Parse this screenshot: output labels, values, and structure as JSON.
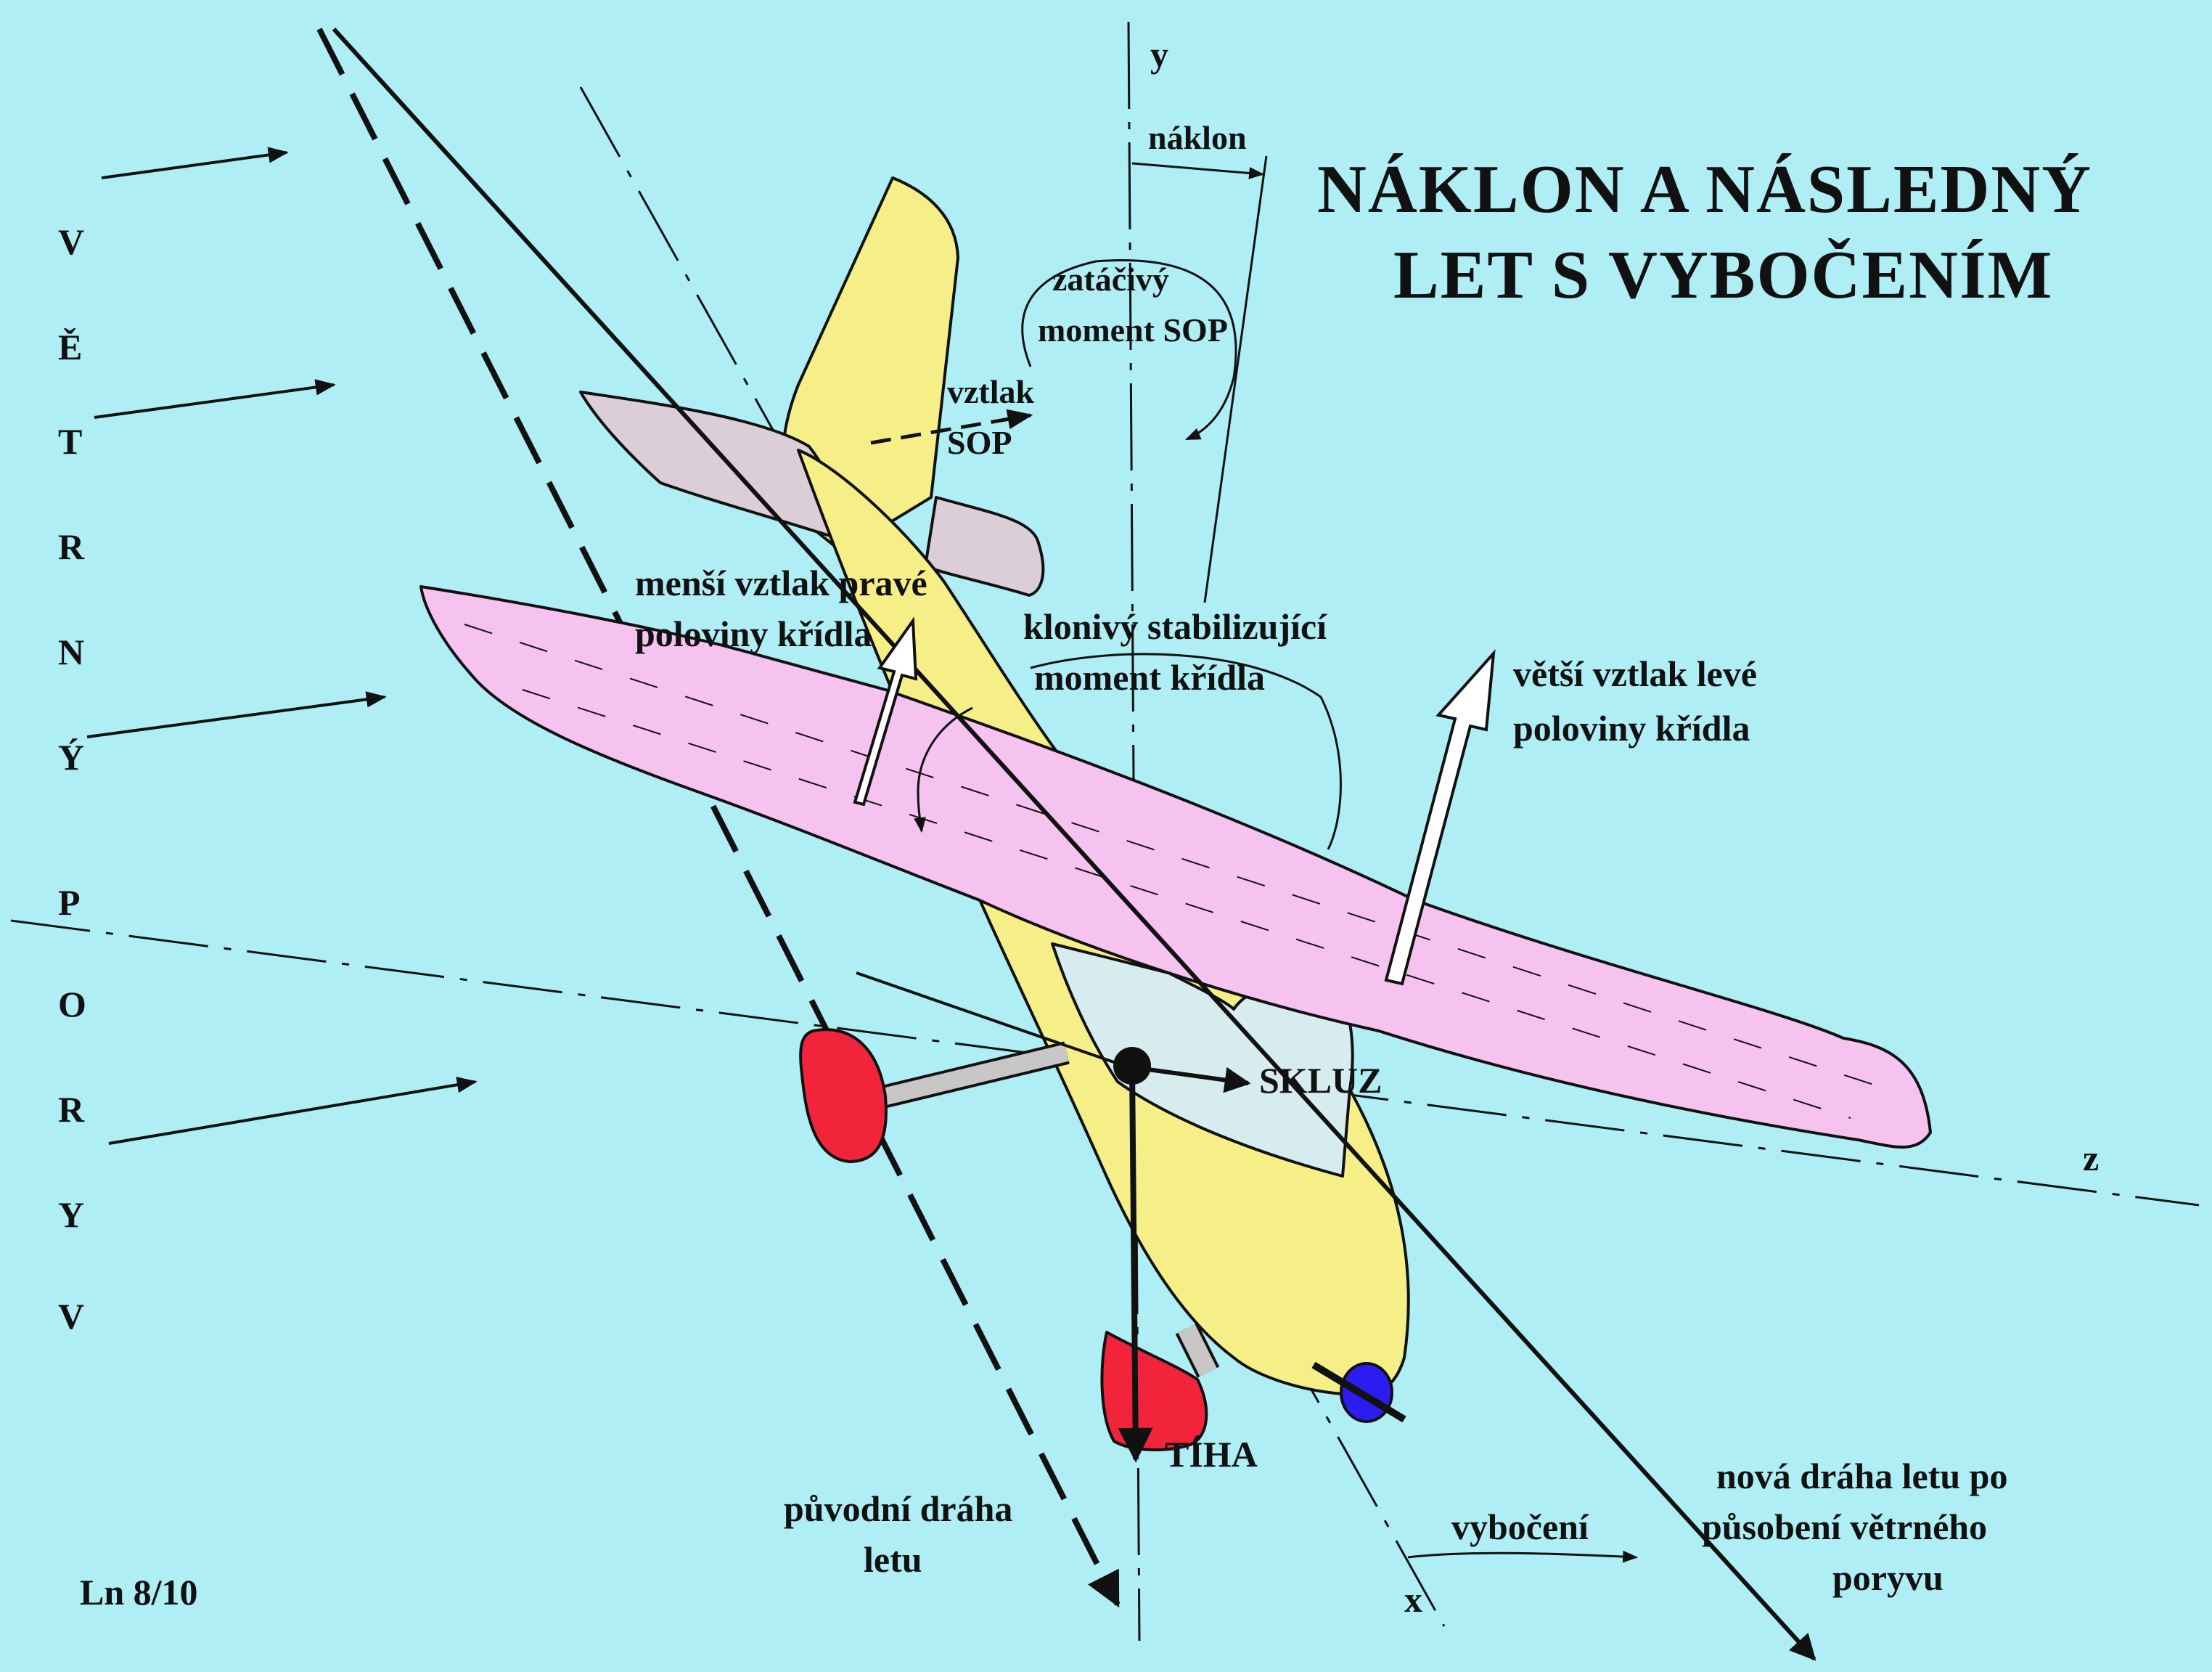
{
  "title": {
    "line1": "NÁKLON  A  NÁSLEDNÝ",
    "line2": "LET  S  VYBOČENÍM"
  },
  "side_text": {
    "word1": [
      "V",
      "Ě",
      "T",
      "R",
      "N",
      "Ý"
    ],
    "word2": [
      "P",
      "O",
      "R",
      "Y",
      "V"
    ]
  },
  "axes": {
    "x": "x",
    "y": "y",
    "z": "z"
  },
  "labels": {
    "naklon": "náklon",
    "zatacivy_1": "zatáčivý",
    "zatacivy_2": "moment SOP",
    "vztlak_sop_1": "vztlak",
    "vztlak_sop_2": "SOP",
    "mensi_1": "menší vztlak pravé",
    "mensi_2": "poloviny křídla",
    "klonivy_1": "klonivý stabilizující",
    "klonivy_2": "moment křídla",
    "vetsi_1": "větší vztlak levé",
    "vetsi_2": "poloviny křídla",
    "skluz": "SKLUZ",
    "tiha": "TÍHA",
    "puvodni_1": "původní dráha",
    "puvodni_2": "letu",
    "vyboceni": "vybočení",
    "nova_1": "nová dráha letu po",
    "nova_2": "působení větrného",
    "nova_3": "poryvu",
    "figure_id": "Ln 8/10"
  },
  "colors": {
    "background": "#aeeef4",
    "wing": "#f6c2f0",
    "fuselage": "#f6ef88",
    "stabilizer": "#dcced6",
    "cockpit": "#d7ecee",
    "wheel": "#f2243c",
    "strut": "#c9c6c6",
    "propeller_hub": "#2b1cf0",
    "ink": "#111111"
  }
}
